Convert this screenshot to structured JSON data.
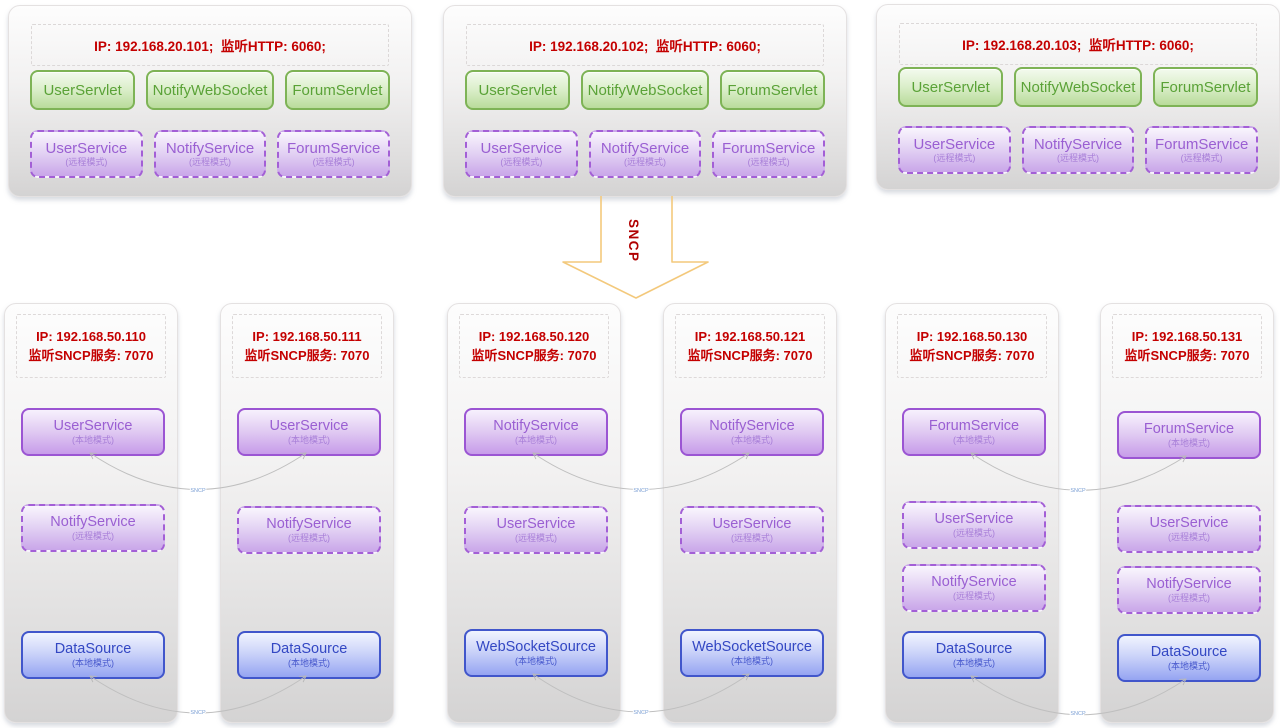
{
  "colors": {
    "ip_text": "#c40000",
    "servlet_green_border": "#7eb356",
    "servlet_green_text": "#5aa237",
    "service_purple_border": "#a35fd6",
    "service_purple_text": "#9a5fd2",
    "source_blue_border": "#4156cb",
    "source_blue_text": "#3347c3",
    "arrow_outline": "#f3c97c",
    "connector_line": "#bfbfbf",
    "connector_label": "#7b9fd4"
  },
  "top_nodes": [
    {
      "ip": "IP: 192.168.20.101;  监听HTTP: 6060;",
      "servlets": [
        "UserServlet",
        "NotifyWebSocket",
        "ForumServlet"
      ],
      "services": [
        {
          "name": "UserService",
          "mode": "(远程模式)"
        },
        {
          "name": "NotifyService",
          "mode": "(远程模式)"
        },
        {
          "name": "ForumService",
          "mode": "(远程模式)"
        }
      ]
    },
    {
      "ip": "IP: 192.168.20.102;  监听HTTP: 6060;",
      "servlets": [
        "UserServlet",
        "NotifyWebSocket",
        "ForumServlet"
      ],
      "services": [
        {
          "name": "UserService",
          "mode": "(远程模式)"
        },
        {
          "name": "NotifyService",
          "mode": "(远程模式)"
        },
        {
          "name": "ForumService",
          "mode": "(远程模式)"
        }
      ]
    },
    {
      "ip": "IP: 192.168.20.103;  监听HTTP: 6060;",
      "servlets": [
        "UserServlet",
        "NotifyWebSocket",
        "ForumServlet"
      ],
      "services": [
        {
          "name": "UserService",
          "mode": "(远程模式)"
        },
        {
          "name": "NotifyService",
          "mode": "(远程模式)"
        },
        {
          "name": "ForumService",
          "mode": "(远程模式)"
        }
      ]
    }
  ],
  "arrow": {
    "label": "SNCP"
  },
  "link_label": "SNCP",
  "bottom_nodes": [
    {
      "ip1": "IP: 192.168.50.110",
      "ip2": "监听SNCP服务: 7070",
      "items": [
        {
          "name": "UserService",
          "mode": "(本地模式)"
        },
        {
          "name": "NotifyService",
          "mode": "(远程模式)"
        },
        {
          "name": "DataSource",
          "mode": "(本地模式)"
        }
      ]
    },
    {
      "ip1": "IP: 192.168.50.111",
      "ip2": "监听SNCP服务: 7070",
      "items": [
        {
          "name": "UserService",
          "mode": "(本地模式)"
        },
        {
          "name": "NotifyService",
          "mode": "(远程模式)"
        },
        {
          "name": "DataSource",
          "mode": "(本地模式)"
        }
      ]
    },
    {
      "ip1": "IP: 192.168.50.120",
      "ip2": "监听SNCP服务: 7070",
      "items": [
        {
          "name": "NotifyService",
          "mode": "(本地模式)"
        },
        {
          "name": "UserService",
          "mode": "(远程模式)"
        },
        {
          "name": "WebSocketSource",
          "mode": "(本地模式)"
        }
      ]
    },
    {
      "ip1": "IP: 192.168.50.121",
      "ip2": "监听SNCP服务: 7070",
      "items": [
        {
          "name": "NotifyService",
          "mode": "(本地模式)"
        },
        {
          "name": "UserService",
          "mode": "(远程模式)"
        },
        {
          "name": "WebSocketSource",
          "mode": "(本地模式)"
        }
      ]
    },
    {
      "ip1": "IP: 192.168.50.130",
      "ip2": "监听SNCP服务: 7070",
      "items": [
        {
          "name": "ForumService",
          "mode": "(本地模式)"
        },
        {
          "name": "UserService",
          "mode": "(远程模式)"
        },
        {
          "name": "NotifyService",
          "mode": "(远程模式)"
        },
        {
          "name": "DataSource",
          "mode": "(本地模式)"
        }
      ]
    },
    {
      "ip1": "IP: 192.168.50.131",
      "ip2": "监听SNCP服务: 7070",
      "items": [
        {
          "name": "ForumService",
          "mode": "(本地模式)"
        },
        {
          "name": "UserService",
          "mode": "(远程模式)"
        },
        {
          "name": "NotifyService",
          "mode": "(远程模式)"
        },
        {
          "name": "DataSource",
          "mode": "(本地模式)"
        }
      ]
    }
  ]
}
